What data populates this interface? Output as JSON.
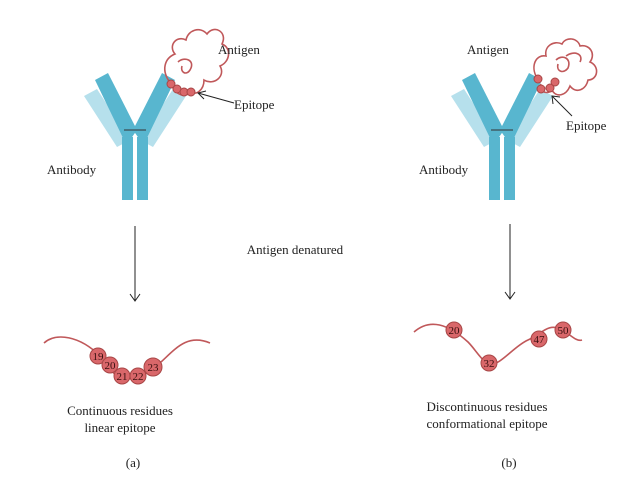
{
  "colors": {
    "antibody_heavy": "#58b6cf",
    "antibody_light": "#b6e0ec",
    "antigen_chain": "#c0585a",
    "residue_fill": "#d9676a",
    "residue_stroke": "#a84646",
    "arrow": "#222222"
  },
  "labels": {
    "center": "Antigen denatured"
  },
  "panel_a": {
    "antigen": "Antigen",
    "epitope": "Epitope",
    "antibody": "Antibody",
    "caption_line1": "Continuous residues",
    "caption_line2": "linear epitope",
    "panel_label": "(a)",
    "residues": [
      "19",
      "20",
      "21",
      "22",
      "23"
    ]
  },
  "panel_b": {
    "antigen": "Antigen",
    "epitope": "Epitope",
    "antibody": "Antibody",
    "caption_line1": "Discontinuous residues",
    "caption_line2": "conformational epitope",
    "panel_label": "(b)",
    "residues": [
      "20",
      "32",
      "47",
      "50"
    ]
  }
}
